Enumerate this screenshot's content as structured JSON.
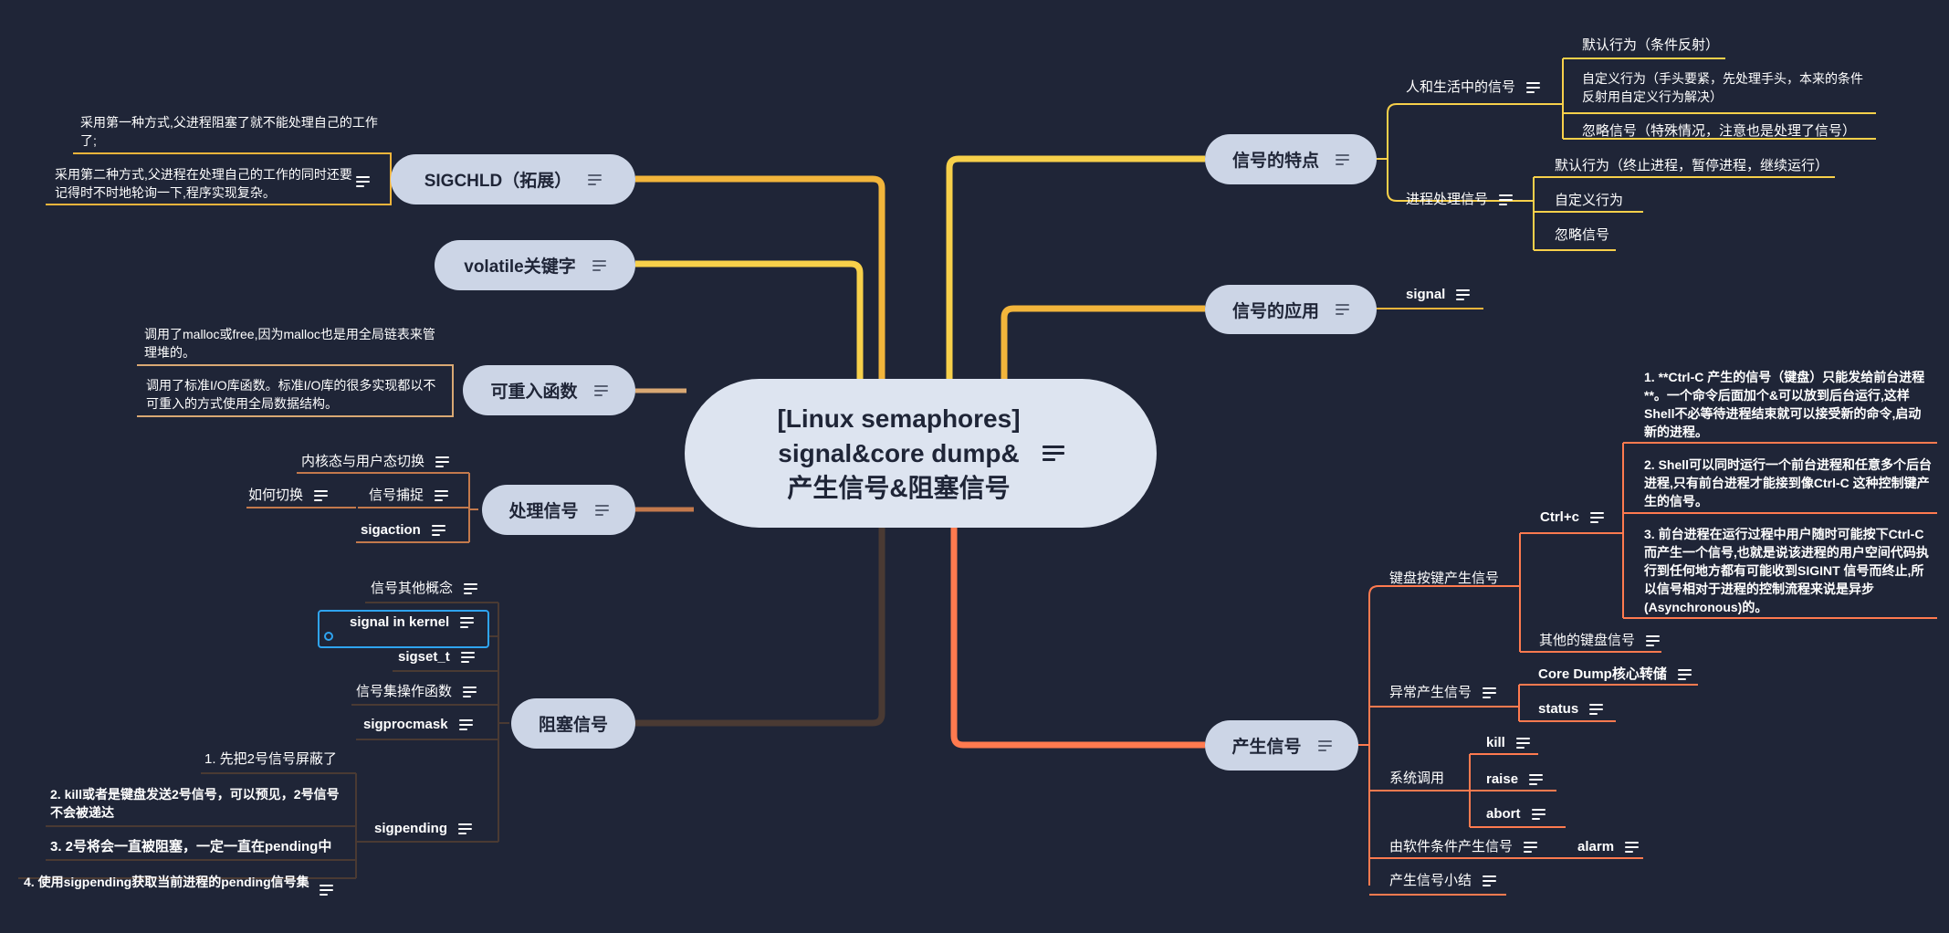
{
  "colors": {
    "background": "#1f2537",
    "main_node": "#ccd5e6",
    "center_node": "#dde4f0",
    "branch_yellow": "#f7d04a",
    "branch_orange_yellow": "#f2b53b",
    "branch_orange": "#e9a23b",
    "branch_red_orange": "#ff7a4f",
    "branch_brown": "#c3794c",
    "branch_dark": "#4a3a33",
    "selection": "#2fa4f0"
  },
  "center": {
    "title": "[Linux semaphores]\nsignal&core dump&\n产生信号&阻塞信号",
    "icon": "notes-icon"
  },
  "right": {
    "features": {
      "label": "信号的特点",
      "life": {
        "label": "人和生活中的信号",
        "items": [
          "默认行为（条件反射）",
          "自定义行为（手头要紧，先处理手头，本来的条件反射用自定义行为解决）",
          "忽略信号（特殊情况，注意也是处理了信号）"
        ]
      },
      "process": {
        "label": "进程处理信号",
        "items": [
          "默认行为（终止进程，暂停进程，继续运行）",
          "自定义行为",
          "忽略信号"
        ]
      }
    },
    "application": {
      "label": "信号的应用",
      "child": "signal"
    },
    "generate": {
      "label": "产生信号",
      "keyboard": {
        "label": "键盘按键产生信号",
        "ctrlc": {
          "label": "Ctrl+c",
          "notes": [
            "1. **Ctrl-C 产生的信号（键盘）只能发给前台进程**。一个命令后面加个&可以放到后台运行,这样Shell不必等待进程结束就可以接受新的命令,启动新的进程。",
            "2. Shell可以同时运行一个前台进程和任意多个后台进程,只有前台进程才能接到像Ctrl-C 这种控制键产生的信号。",
            "3. 前台进程在运行过程中用户随时可能按下Ctrl-C 而产生一个信号,也就是说该进程的用户空间代码执行到任何地方都有可能收到SIGINT 信号而终止,所以信号相对于进程的控制流程来说是异步(Asynchronous)的。"
          ]
        },
        "other": "其他的键盘信号"
      },
      "exception": {
        "label": "异常产生信号",
        "items": [
          "Core Dump核心转储",
          "status"
        ]
      },
      "syscall": {
        "label": "系统调用",
        "items": [
          "kill",
          "raise",
          "abort"
        ]
      },
      "software": {
        "label": "由软件条件产生信号",
        "child": "alarm"
      },
      "summary": "产生信号小结"
    }
  },
  "left": {
    "sigchld": {
      "label": "SIGCHLD（拓展）",
      "notes": [
        "采用第一种方式,父进程阻塞了就不能处理自己的工作了;",
        "采用第二种方式,父进程在处理自己的工作的同时还要记得时不时地轮询一下,程序实现复杂。"
      ]
    },
    "volatile": {
      "label": "volatile关键字"
    },
    "reentrant": {
      "label": "可重入函数",
      "notes": [
        "调用了malloc或free,因为malloc也是用全局链表来管理堆的。",
        "调用了标准I/O库函数。标准I/O库的很多实现都以不可重入的方式使用全局数据结构。"
      ]
    },
    "handling": {
      "label": "处理信号",
      "items": [
        "内核态与用户态切换",
        "信号捕捉",
        "sigaction"
      ],
      "switch_label": "如何切换"
    },
    "blocking": {
      "label": "阻塞信号",
      "items": [
        "信号其他概念",
        "signal in kernel",
        "sigset_t",
        "信号集操作函数",
        "sigprocmask",
        "sigpending"
      ],
      "selected": "signal in kernel",
      "pending_notes": [
        "1. 先把2号信号屏蔽了",
        "2. kill或者是键盘发送2号信号，可以预见，2号信号不会被递达",
        "3. 2号将会一直被阻塞，一定一直在pending中",
        "4. 使用sigpending获取当前进程的pending信号集"
      ]
    }
  }
}
